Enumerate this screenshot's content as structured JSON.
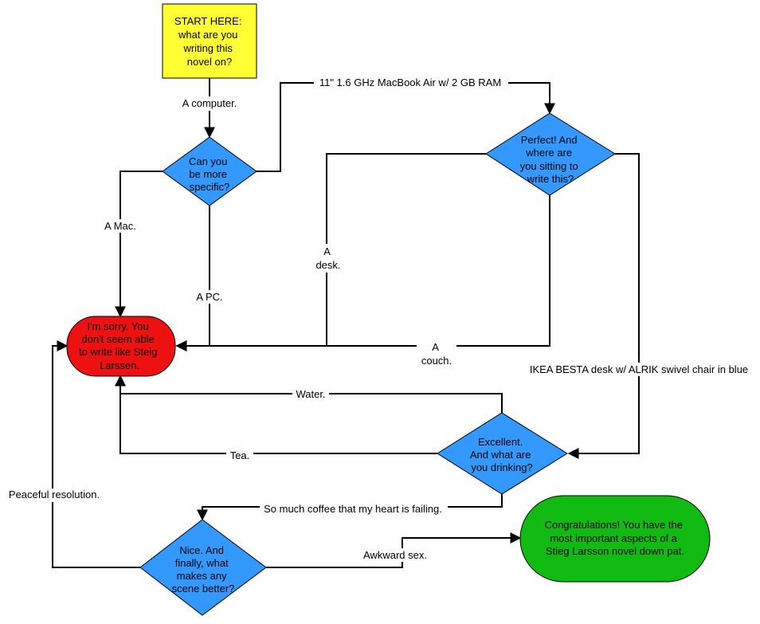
{
  "colors": {
    "start": "#ffff33",
    "decision": "#3399ff",
    "fail": "#ee1111",
    "success": "#11bb11",
    "line": "#000000"
  },
  "nodes": {
    "start": [
      "START HERE:",
      "what are you",
      "writing this",
      "novel on?"
    ],
    "specific": [
      "Can you",
      "be more",
      "specific?"
    ],
    "sitting": [
      "Perfect! And",
      "where are",
      "you sitting to",
      "write this?"
    ],
    "sorry": [
      "I'm sorry.  You",
      "don't seem able",
      "to write like Steig",
      "Larssen."
    ],
    "drinking": [
      "Excellent.",
      "And what are",
      "you drinking?"
    ],
    "scene": [
      "Nice.  And",
      "finally, what",
      "makes any",
      "scene better?"
    ],
    "congrats": [
      "Congratulations!  You have the",
      "most important aspects of a",
      "Stieg Larsson novel down pat."
    ]
  },
  "edges": {
    "computer": [
      "A computer."
    ],
    "macbook": [
      "11\" 1.6 GHz MacBook Air w/ 2 GB RAM"
    ],
    "mac": [
      "A Mac."
    ],
    "pc": [
      "A PC."
    ],
    "desk": [
      "A",
      "desk."
    ],
    "couch": [
      "A",
      "couch."
    ],
    "ikea": [
      "IKEA BESTA desk w/ ALRIK swivel chair in blue"
    ],
    "water": [
      "Water."
    ],
    "tea": [
      "Tea."
    ],
    "coffee": [
      "So much coffee that my heart is failing."
    ],
    "awkward": [
      "Awkward sex."
    ],
    "peaceful": [
      "Peaceful resolution."
    ]
  }
}
